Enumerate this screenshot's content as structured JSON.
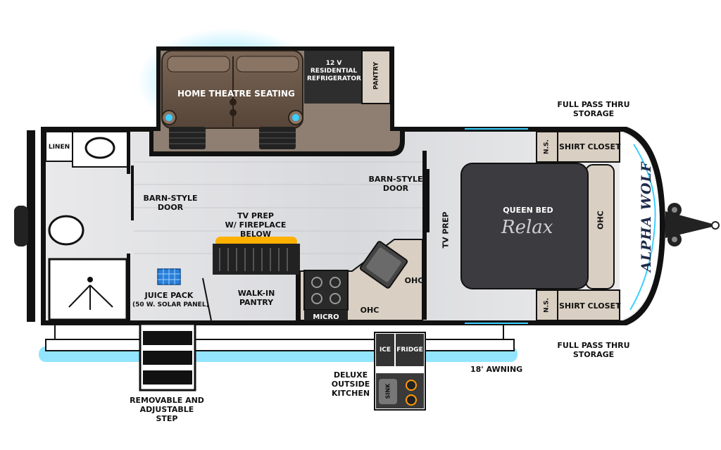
{
  "labels": {
    "home_theatre_seating": "HOME THEATRE SEATING",
    "refrigerator": "12 V\nRESIDENTIAL\nREFRIGERATOR",
    "pantry": "PANTRY",
    "linen": "LINEN",
    "barn_door_left": "BARN-STYLE\nDOOR",
    "barn_door_right": "BARN-STYLE\nDOOR",
    "tv_prep_fireplace": "TV PREP\nW/ FIREPLACE BELOW",
    "juice_pack": "JUICE PACK",
    "solar_panel": "(50 W. SOLAR PANEL)",
    "walk_in_pantry": "WALK-IN\nPANTRY",
    "micro": "MICRO",
    "ohc_kitchen_low": "OHC",
    "ohc_kitchen_high": "OHC",
    "tv_prep": "TV PREP",
    "queen_bed": "QUEEN BED",
    "relax": "Relax",
    "ohc_bed": "OHC",
    "ns_top": "N.S.",
    "ns_bottom": "N.S.",
    "shirt_closet_top": "SHIRT CLOSET",
    "shirt_closet_bottom": "SHIRT CLOSET",
    "storage_top": "FULL PASS THRU\nSTORAGE",
    "storage_bottom": "FULL PASS THRU\nSTORAGE",
    "brand": "ALPHA WOLF",
    "awning": "18' AWNING",
    "ice": "ICE",
    "fridge": "FRIDGE",
    "sink": "SINK",
    "outside_kitchen": "DELUXE\nOUTSIDE\nKITCHEN",
    "step": "REMOVABLE AND\nADJUSTABLE STEP"
  },
  "colors": {
    "wall": "#111111",
    "floor_light": "#e7e7e9",
    "floor_dark": "#cfd0d4",
    "slide_floor": "#8e7f72",
    "bed_fabric": "#3c3c40",
    "cabinet": "#d9cfc2",
    "seating": "#6e5c4e",
    "glow_blue": "#3ad0ff",
    "fireplace_flame": "#ffb100",
    "brand_navy": "#1e2a4a"
  }
}
